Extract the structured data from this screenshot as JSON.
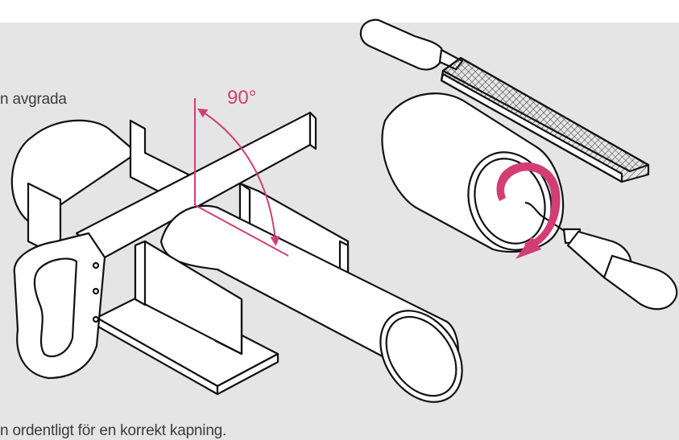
{
  "figure": {
    "caption_top": "n avgrada",
    "caption_bottom": "n ordentligt för en korrekt kapning.",
    "angle_label": "90°"
  },
  "colors": {
    "accent": "#d23e74",
    "background_panel": "#e5e5e5",
    "line": "#111111",
    "fill": "#ffffff"
  },
  "icons": [
    "saw",
    "miter-box",
    "pipe",
    "file",
    "deburring-tool",
    "rotation-arrow"
  ]
}
